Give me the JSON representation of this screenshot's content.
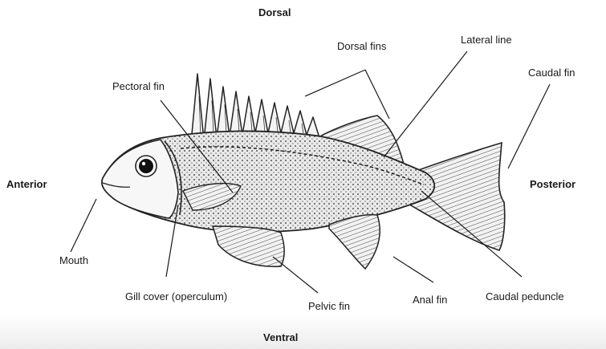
{
  "orientation": {
    "dorsal": "Dorsal",
    "ventral": "Ventral",
    "anterior": "Anterior",
    "posterior": "Posterior"
  },
  "labels": {
    "dorsal_fins": "Dorsal fins",
    "lateral_line": "Lateral line",
    "caudal_fin": "Caudal fin",
    "pectoral_fin": "Pectoral fin",
    "mouth": "Mouth",
    "gill_cover": "Gill cover (operculum)",
    "pelvic_fin": "Pelvic fin",
    "anal_fin": "Anal fin",
    "caudal_peduncle": "Caudal peduncle"
  },
  "colors": {
    "ink": "#1a1a1a",
    "band": "#ececec"
  }
}
